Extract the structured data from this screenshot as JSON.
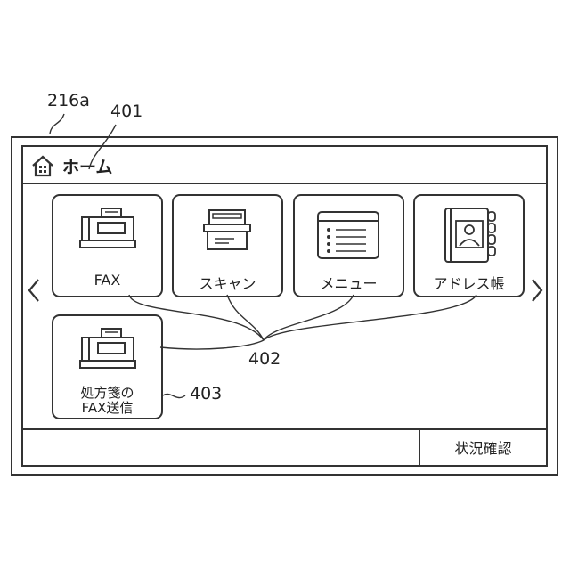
{
  "references": {
    "device": "216a",
    "title_bar": "401",
    "function_buttons": "402",
    "rx_fax_button": "403"
  },
  "screen": {
    "title": "ホーム",
    "tiles": [
      {
        "label": "FAX",
        "icon": "fax-icon"
      },
      {
        "label": "スキャン",
        "icon": "scanner-icon"
      },
      {
        "label": "メニュー",
        "icon": "menu-list-icon"
      },
      {
        "label": "アドレス帳",
        "icon": "address-book-icon"
      },
      {
        "label_line1": "処方箋の",
        "label_line2": "FAX送信",
        "icon": "fax-icon"
      }
    ],
    "footer": {
      "status_label": "状況確認"
    }
  }
}
